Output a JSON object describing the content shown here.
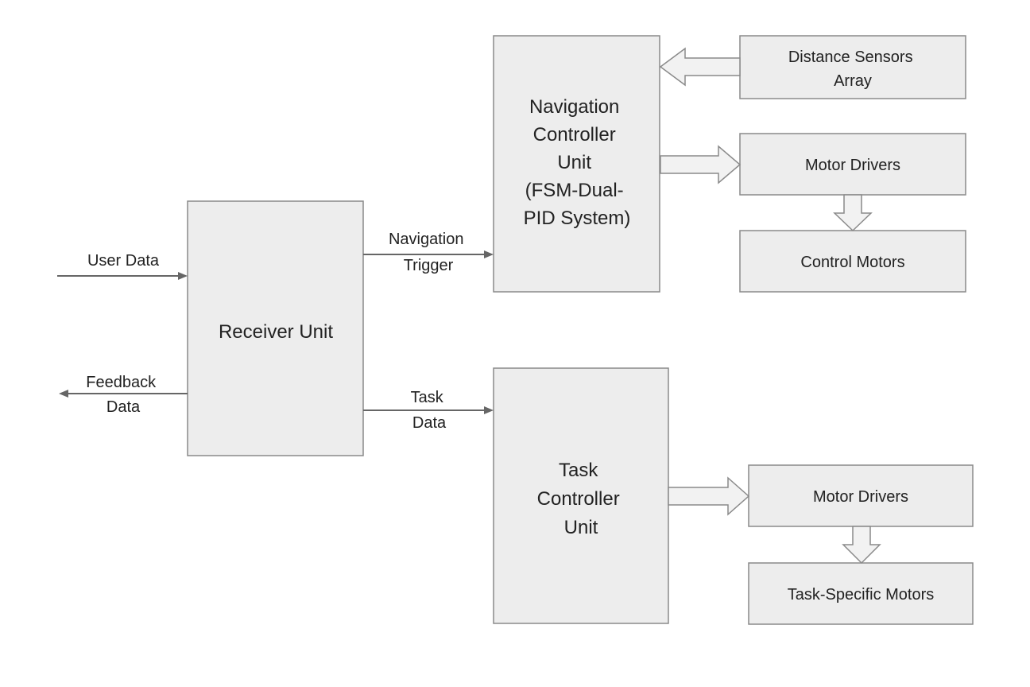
{
  "blocks": {
    "receiver": {
      "lines": [
        "Receiver Unit"
      ]
    },
    "nav_controller": {
      "lines": [
        "Navigation",
        "Controller",
        "Unit",
        "(FSM-Dual-",
        "PID System)"
      ]
    },
    "task_controller": {
      "lines": [
        "Task",
        "Controller",
        "Unit"
      ]
    },
    "distance_sensors": {
      "lines": [
        "Distance Sensors",
        "Array"
      ]
    },
    "nav_motor_drivers": {
      "lines": [
        "Motor Drivers"
      ]
    },
    "control_motors": {
      "lines": [
        "Control Motors"
      ]
    },
    "task_motor_drivers": {
      "lines": [
        "Motor Drivers"
      ]
    },
    "task_specific_motors": {
      "lines": [
        "Task-Specific Motors"
      ]
    }
  },
  "signals": {
    "user_data": {
      "lines": [
        "User Data"
      ]
    },
    "feedback_data": {
      "lines": [
        "Feedback",
        "Data"
      ]
    },
    "navigation_trigger": {
      "lines": [
        "Navigation",
        "Trigger"
      ]
    },
    "task_data": {
      "lines": [
        "Task",
        "Data"
      ]
    }
  }
}
